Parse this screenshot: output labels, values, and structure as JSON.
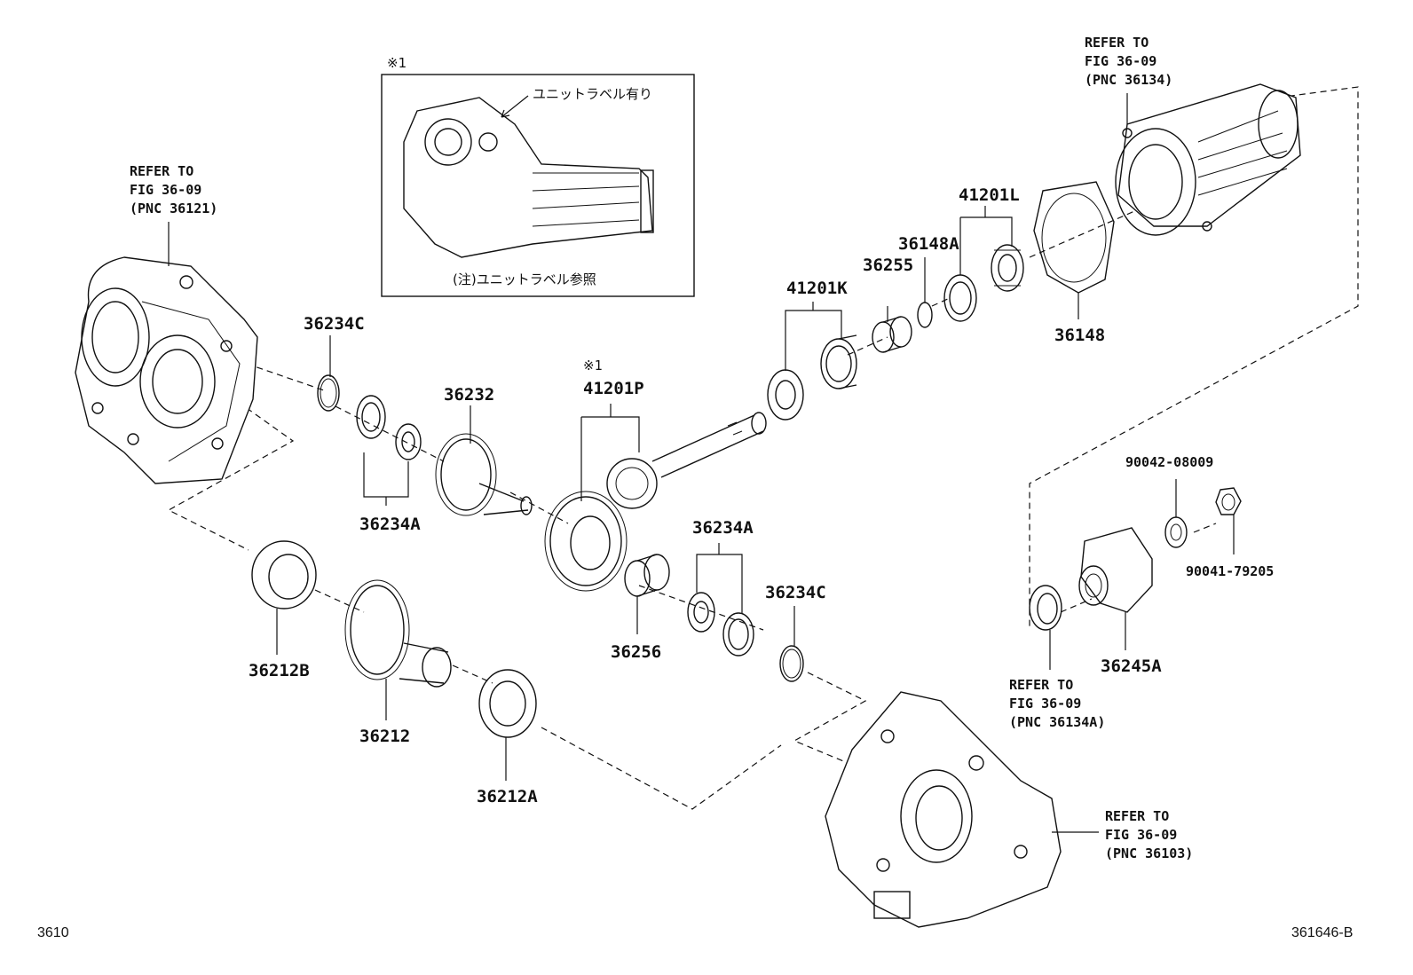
{
  "callouts": {
    "p36234C_top": "36234C",
    "p36234A_left": "36234A",
    "p36232": "36232",
    "p41201P": "41201P",
    "p41201K": "41201K",
    "p36255": "36255",
    "p36148A": "36148A",
    "p41201L": "41201L",
    "p36148": "36148",
    "p36212B": "36212B",
    "p36212": "36212",
    "p36212A": "36212A",
    "p36256": "36256",
    "p36234A_right": "36234A",
    "p36234C_bottom": "36234C",
    "p90042": "90042-08009",
    "p90041": "90041-79205",
    "p36245A": "36245A"
  },
  "note_marks": {
    "inset_mark": "※1",
    "p41201P_mark": "※1"
  },
  "inset": {
    "arrow_label": "ユニットラベル有り",
    "caption": "(注)ユニットラベル参照"
  },
  "references": {
    "ref_36121": [
      "REFER TO",
      "FIG 36-09",
      "(PNC 36121)"
    ],
    "ref_36134": [
      "REFER TO",
      "FIG 36-09",
      "(PNC 36134)"
    ],
    "ref_36134A": [
      "REFER TO",
      "FIG 36-09",
      "(PNC 36134A)"
    ],
    "ref_36103": [
      "REFER TO",
      "FIG 36-09",
      "(PNC 36103)"
    ]
  },
  "footer": {
    "left_code": "3610",
    "right_code": "361646-B"
  }
}
